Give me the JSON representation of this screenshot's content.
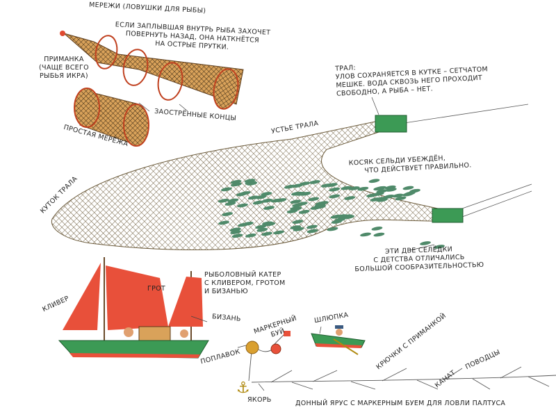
{
  "traps": {
    "title": "МЕРЕЖИ (ЛОВУШКИ ДЛЯ РЫБЫ)",
    "desc": [
      "ЕСЛИ ЗАПЛЫВШАЯ ВНУТРЬ РЫБА ЗАХОЧЕТ",
      "ПОВЕРНУТЬ НАЗАД, ОНА НАТКНЁТСЯ",
      "НА ОСТРЫЕ ПРУТКИ."
    ],
    "bait": [
      "ПРИМАНКА",
      "(ЧАЩЕ ВСЕГО",
      "РЫБЬЯ ИКРА)"
    ],
    "sharp_ends": "ЗАОСТРЁННЫЕ КОНЦЫ",
    "simple_trap": "ПРОСТАЯ МЕРЁЖА"
  },
  "trawl": {
    "desc": [
      "ТРАЛ:",
      "УЛОВ СОХРАНЯЕТСЯ В КУТКЕ – СЕТЧАТОМ",
      "МЕШКЕ. ВОДА СКВОЗЬ НЕГО ПРОХОДИТ",
      "СВОБОДНО, А РЫБА – НЕТ."
    ],
    "mouth": "УСТЬЕ ТРАЛА",
    "codend": "КУТОК ТРАЛА",
    "school": [
      "КОСЯК СЕЛЬДИ УБЕЖДЁН,",
      "ЧТО ДЕЙСТВУЕТ ПРАВИЛЬНО."
    ],
    "two_herrings": [
      "ЭТИ ДВЕ СЕЛЁДКИ",
      "С ДЕТСТВА ОТЛИЧАЛИСЬ",
      "БОЛЬШОЙ СООБРАЗИТЕЛЬНОСТЬЮ"
    ]
  },
  "boat": {
    "desc": [
      "РЫБОЛОВНЫЙ КАТЕР",
      "С КЛИВЕРОМ, ГРОТОМ",
      "И БИЗАНЬЮ"
    ],
    "jib": "КЛИВЕР",
    "main": "ГРОТ",
    "mizzen": "БИЗАНЬ"
  },
  "longline": {
    "dinghy": "ШЛЮПКА",
    "marker_buoy": [
      "МАРКЕРНЫЙ",
      "БУЙ"
    ],
    "float": "ПОПЛАВОК",
    "anchor": "ЯКОРЬ",
    "hooks": "КРЮЧКИ С ПРИМАНКОЙ",
    "rope": "КАНАТ",
    "leaders": "ПОВОДЦЫ",
    "caption": "ДОННЫЙ ЯРУС С МАРКЕРНЫМ БУЕМ ДЛЯ ЛОВЛИ ПАЛТУСА"
  },
  "colors": {
    "net": "#5a4a30",
    "sail": "#e8503a",
    "board": "#3c9a55",
    "fish": "#4f8a6a",
    "ring": "#c0401f"
  }
}
